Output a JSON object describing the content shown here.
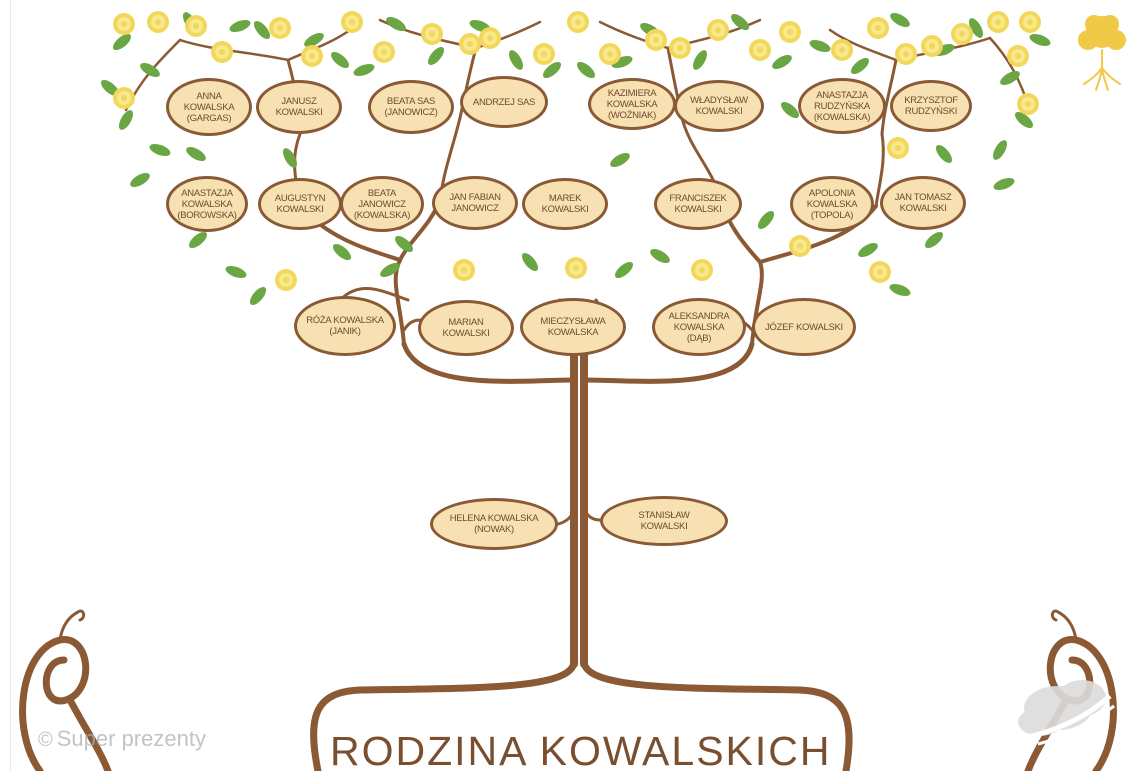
{
  "title": "RODZINA KOWALSKICH",
  "watermark": {
    "symbol": "©",
    "text": "Super prezenty"
  },
  "icons": {
    "tree_logo": "tree-logo-icon",
    "watermark_mark": "cloud-watermark-icon",
    "ornament_left": "ornament-swirl-icon",
    "ornament_right": "ornament-swirl-icon"
  },
  "colors": {
    "branch": "#8b5a34",
    "oval_fill": "#f7e1b3",
    "oval_border": "#8a5a36",
    "leaf": "#6aa744",
    "flower": "#f2d75a",
    "text": "#6f4a2e"
  },
  "people": {
    "anna": "ANNA KOWALSKA (GARGAS)",
    "janusz": "JANUSZ KOWALSKI",
    "beata_sas": "BEATA SAS (JANOWICZ)",
    "andrzej": "ANDRZEJ SAS",
    "kazimiera": "KAZIMIERA KOWALSKA (WOŹNIAK)",
    "wladyslaw": "WŁADYSŁAW KOWALSKI",
    "anastazja_r": "ANASTAZJA RUDZYŃSKA (KOWALSKA)",
    "krzysztof": "KRZYSZTOF RUDZYŃSKI",
    "anastazja_k": "ANASTAZJA KOWALSKA (BOROWSKA)",
    "augustyn": "AUGUSTYN KOWALSKI",
    "beata_j": "BEATA JANOWICZ (KOWALSKA)",
    "jan_fabian": "JAN FABIAN JANOWICZ",
    "marek": "MAREK KOWALSKI",
    "franciszek": "FRANCISZEK KOWALSKI",
    "apolonia": "APOLONIA KOWALSKA (TOPOLA)",
    "jan_tomasz": "JAN TOMASZ KOWALSKI",
    "roza": "RÓŻA KOWALSKA (JANIK)",
    "marian": "MARIAN KOWALSKI",
    "mieczyslawa": "MIECZYSŁAWA KOWALSKA",
    "aleksandra": "ALEKSANDRA KOWALSKA (DĄB)",
    "jozef": "JÓZEF KOWALSKI",
    "helena": "HELENA KOWALSKA (NOWAK)",
    "stanislaw": "STANISŁAW KOWALSKI"
  }
}
